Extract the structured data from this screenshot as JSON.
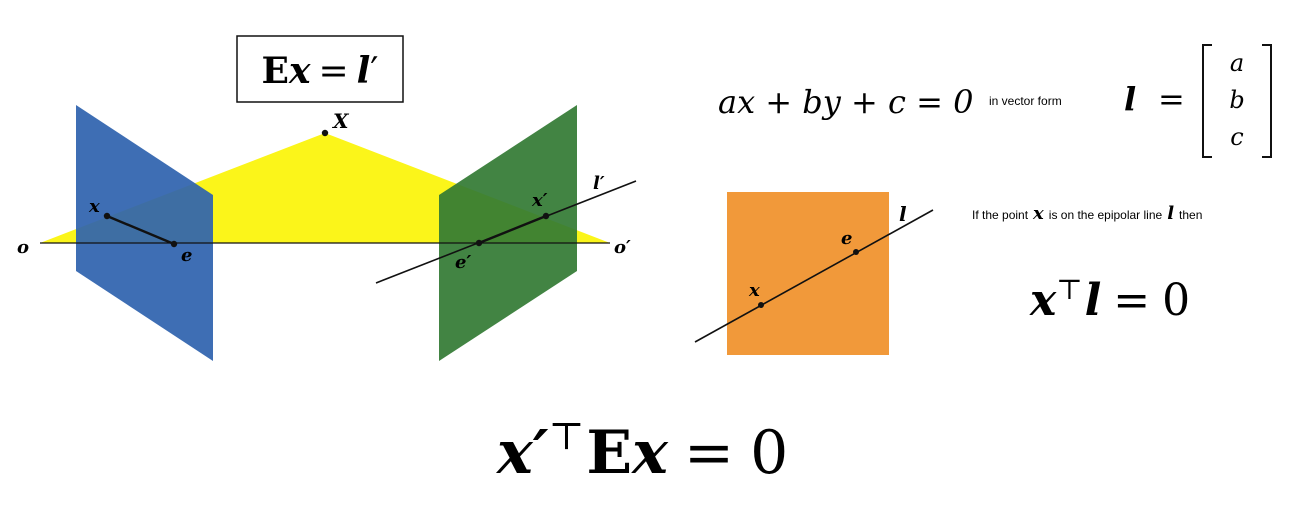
{
  "colors": {
    "left_plane": "#2f63ae",
    "right_plane": "#327a33",
    "triangle": "#fbf51a",
    "patch": "#f1993a",
    "stroke": "#111111"
  },
  "boxed_equation": {
    "E": "E",
    "x": "x",
    "eq": "=",
    "l": "l",
    "prime": "′"
  },
  "labels": {
    "X": "X",
    "x": "x",
    "e": "e",
    "o": "o",
    "x_prime": "x′",
    "e_prime": "e′",
    "o_prime": "o′",
    "l_prime": "l′"
  },
  "line_equation": {
    "text": "ax + by + c = 0",
    "in_vector_form": "in vector form",
    "l": "l",
    "eq": "=",
    "vector": [
      "a",
      "b",
      "c"
    ]
  },
  "patch_labels": {
    "l": "l",
    "e": "e",
    "x": "x"
  },
  "condition": {
    "prefix": "If the point",
    "x": "x",
    "middle": "is on the epipolar line",
    "l": "l",
    "suffix": "then"
  },
  "incidence": {
    "x": "x",
    "transpose": "⊤",
    "l": "l",
    "eq": "=",
    "zero": "0"
  },
  "essential_constraint": {
    "x_prime": "x′",
    "transpose": "⊤",
    "E": "E",
    "x": "x",
    "eq": "=",
    "zero": "0"
  }
}
